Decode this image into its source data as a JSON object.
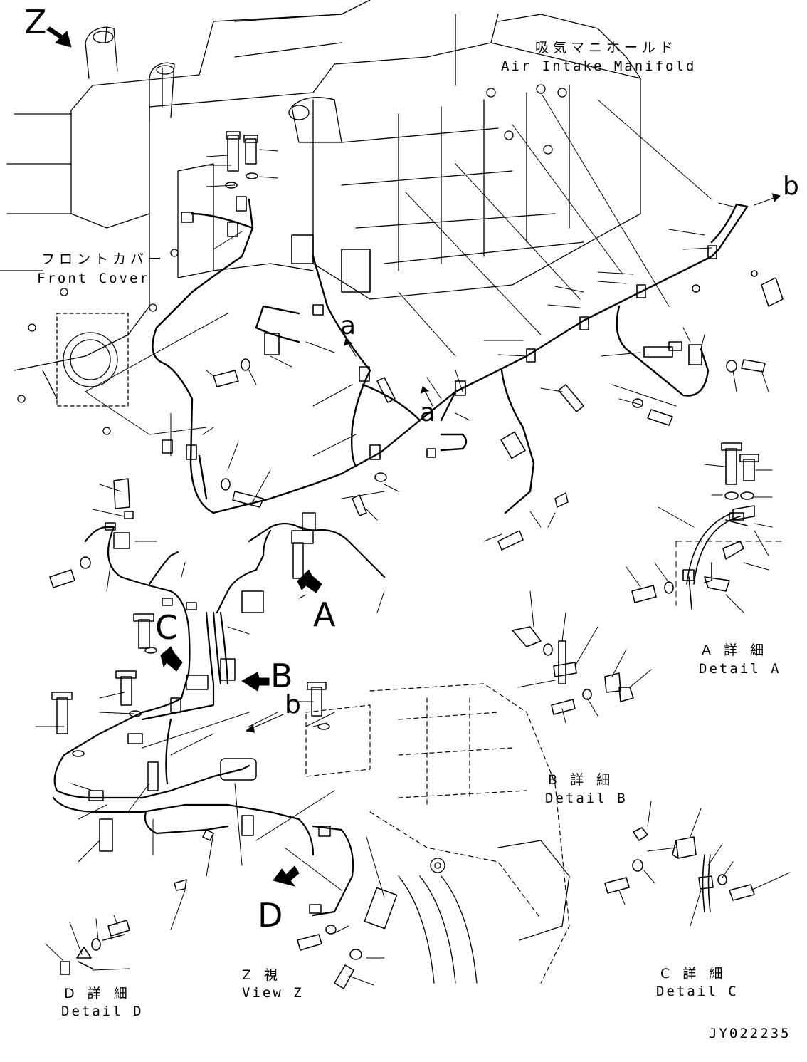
{
  "labels": {
    "view_z_marker": "Z",
    "air_intake_jp": "吸気マニホールド",
    "air_intake_en": "Air Intake Manifold",
    "front_cover_jp": "フロントカバー",
    "front_cover_en": "Front Cover",
    "ref_b_top": "b",
    "ref_a_1": "a",
    "ref_a_2": "a",
    "arrow_a": "A",
    "arrow_b": "B",
    "ref_b_lower": "b",
    "arrow_c": "C",
    "arrow_d": "D"
  },
  "details": {
    "a": {
      "jp": "A 詳 細",
      "en": "Detail A"
    },
    "b": {
      "jp": "B 詳 細",
      "en": "Detail B"
    },
    "c": {
      "jp": "C 詳 細",
      "en": "Detail C"
    },
    "d": {
      "jp": "D 詳 細",
      "en": "Detail D"
    },
    "z": {
      "jp": "Z 視",
      "en": "View Z"
    }
  },
  "drawing_id": "JY022235"
}
